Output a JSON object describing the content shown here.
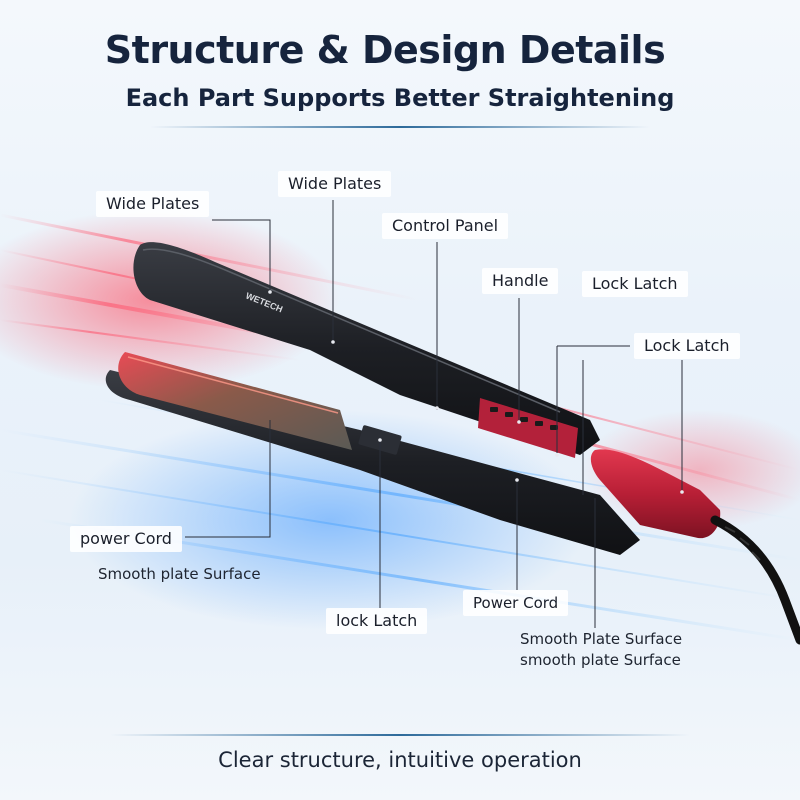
{
  "header": {
    "title": "Structure & Design Details",
    "subtitle": "Each Part Supports Better Straightening"
  },
  "product": {
    "brand_mark": "WETECH",
    "colors": {
      "body": "#1d1f24",
      "accent_red": "#c8263e",
      "plate_glow": "#ff4a5a"
    }
  },
  "labels": {
    "wide_plates_left": "Wide Plates",
    "wide_plates_top": "Wide Plates",
    "control_panel": "Control Panel",
    "handle": "Handle",
    "lock_latch_top": "Lock Latch",
    "lock_latch_right": "Lock Latch",
    "power_cord_left": "power Cord",
    "smooth_plate_left": "Smooth plate Surface",
    "lock_latch_bottom": "lock Latch",
    "power_cord_bottom": "Power Cord",
    "smooth_plate_right_1": "Smooth Plate Surface",
    "smooth_plate_right_2": "smooth plate Surface"
  },
  "footer": {
    "tagline": "Clear structure, intuitive operation"
  }
}
